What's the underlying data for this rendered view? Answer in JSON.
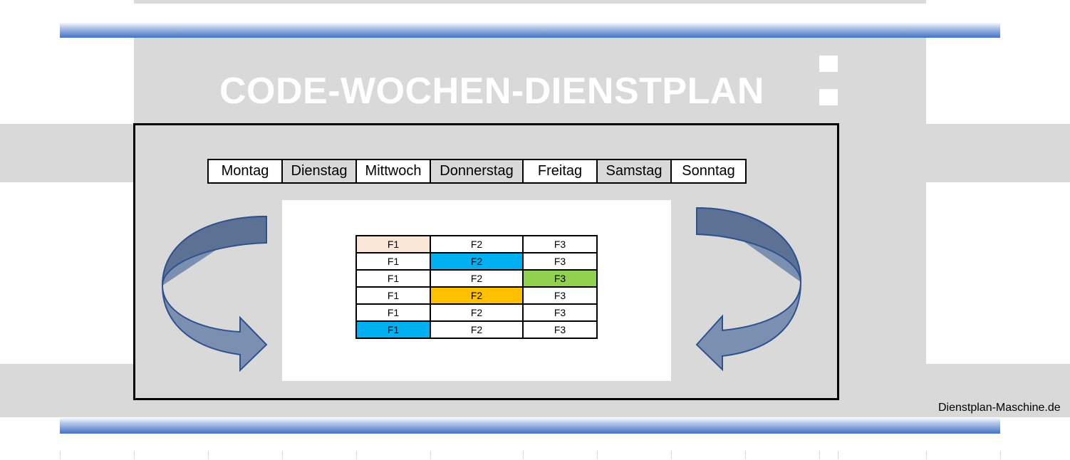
{
  "title": "CODE-WOCHEN-DIENSTPLAN",
  "weekdays": [
    "Montag",
    "Dienstag",
    "Mittwoch",
    "Donnerstag",
    "Freitag",
    "Samstag",
    "Sonntag"
  ],
  "code_table": {
    "rows": [
      [
        "F1",
        "F2",
        "F3"
      ],
      [
        "F1",
        "F2",
        "F3"
      ],
      [
        "F1",
        "F2",
        "F3"
      ],
      [
        "F1",
        "F2",
        "F3"
      ],
      [
        "F1",
        "F2",
        "F3"
      ],
      [
        "F1",
        "F2",
        "F3"
      ]
    ],
    "cell_colors": [
      [
        "#fbe5d6",
        "#ffffff",
        "#ffffff"
      ],
      [
        "#ffffff",
        "#00b0f0",
        "#ffffff"
      ],
      [
        "#ffffff",
        "#ffffff",
        "#92d050"
      ],
      [
        "#ffffff",
        "#ffc000",
        "#ffffff"
      ],
      [
        "#ffffff",
        "#ffffff",
        "#ffffff"
      ],
      [
        "#00b0f0",
        "#ffffff",
        "#ffffff"
      ]
    ]
  },
  "footer": "Dienstplan-Maschine.de",
  "colors": {
    "background_gray": "#d9d9d9",
    "arrow_fill": "#6f82a3",
    "arrow_stroke": "#2f528f",
    "accent_blue": "#4472c4"
  }
}
